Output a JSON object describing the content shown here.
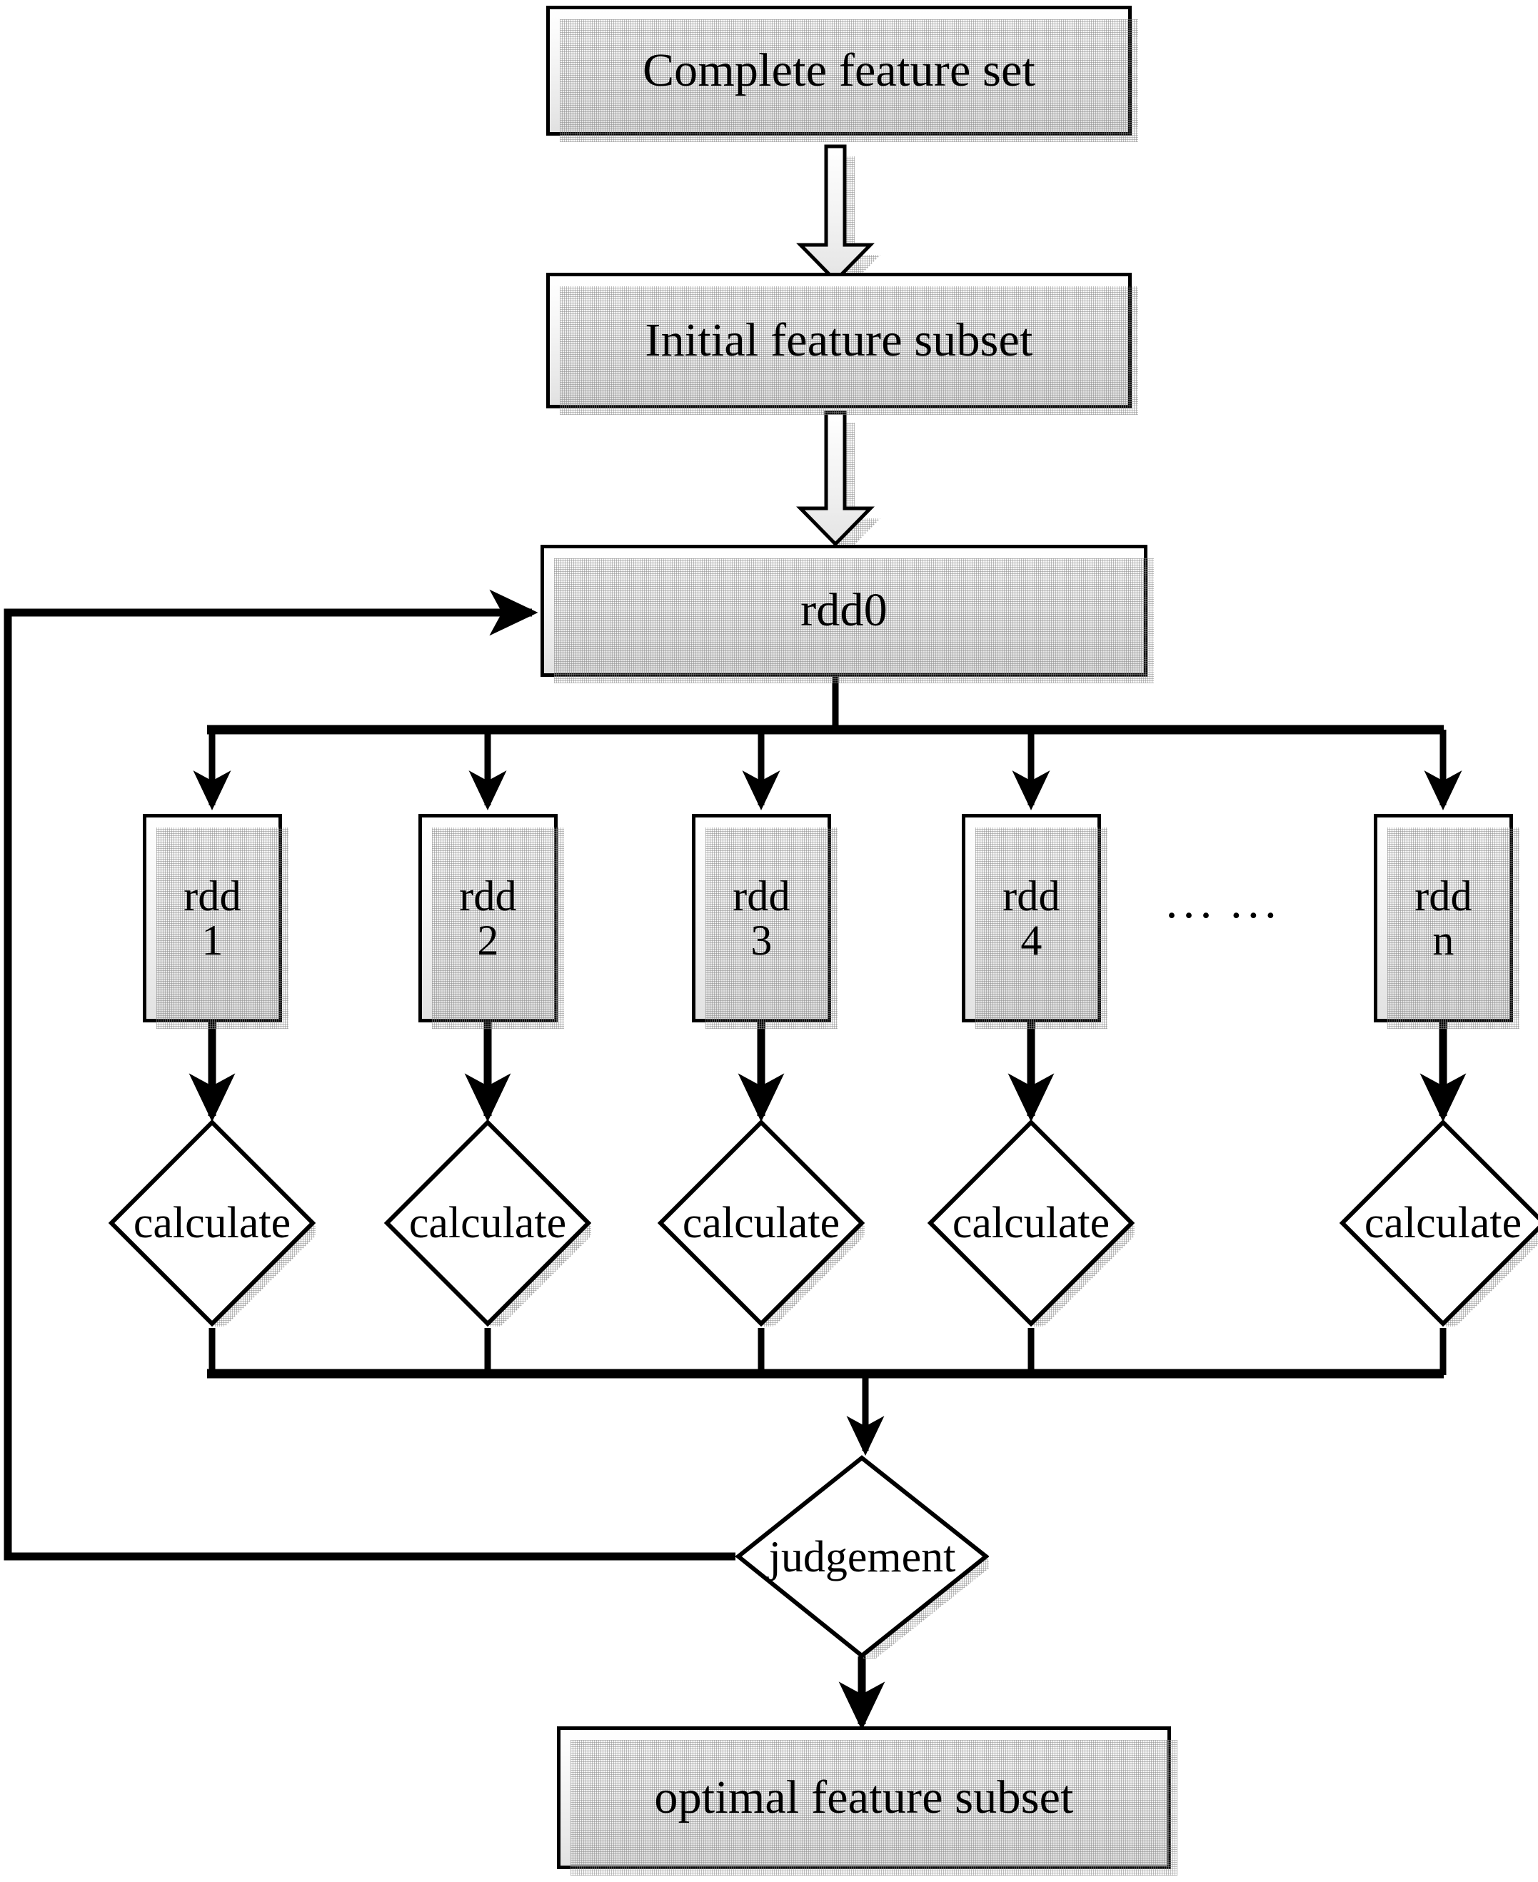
{
  "diagram": {
    "title": "Feature selection flow with parallel rdd partitions",
    "colors": {
      "line": "#000000",
      "box_border": "#000000",
      "box_fill_top": "#ffffff",
      "box_fill_bottom": "#e1e1e1",
      "diamond_fill": "#ffffff",
      "shadow": "#8c8c8c",
      "background": "#ffffff"
    },
    "nodes": {
      "complete_feature_set": "Complete feature set",
      "initial_feature_subset": "Initial feature subset",
      "rdd0": "rdd0",
      "judgement": "judgement",
      "optimal_feature_subset": "optimal feature subset"
    },
    "partitions": [
      {
        "line1": "rdd",
        "line2": "1",
        "calc": "calculate"
      },
      {
        "line1": "rdd",
        "line2": "2",
        "calc": "calculate"
      },
      {
        "line1": "rdd",
        "line2": "3",
        "calc": "calculate"
      },
      {
        "line1": "rdd",
        "line2": "4",
        "calc": "calculate"
      },
      {
        "line1": "rdd",
        "line2": "n",
        "calc": "calculate"
      }
    ],
    "ellipsis": "··· ···",
    "edges": [
      {
        "from": "complete_feature_set",
        "to": "initial_feature_subset",
        "style": "block-arrow"
      },
      {
        "from": "initial_feature_subset",
        "to": "rdd0",
        "style": "block-arrow"
      },
      {
        "from": "rdd0",
        "to": "partitions",
        "style": "fan-out"
      },
      {
        "from": "partitions",
        "to": "calculate",
        "style": "arrow"
      },
      {
        "from": "calculate",
        "to": "judgement",
        "style": "fan-in"
      },
      {
        "from": "judgement",
        "to": "rdd0",
        "style": "feedback-loop"
      },
      {
        "from": "judgement",
        "to": "optimal_feature_subset",
        "style": "arrow"
      }
    ]
  }
}
